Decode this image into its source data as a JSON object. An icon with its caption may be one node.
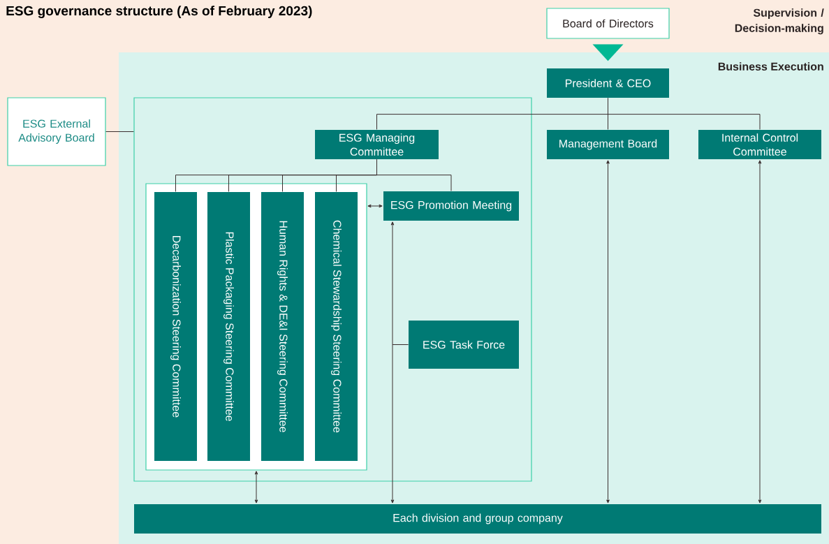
{
  "diagram": {
    "title": "ESG governance structure (As of February 2023)",
    "nodes": [
      {
        "text": [
          "Board of Directors"
        ]
      },
      {
        "text": [
          "Business Execution"
        ]
      },
      {
        "text": [
          "President & CEO"
        ],
        "in": 1
      },
      {
        "text": [
          "ESG External Advisory Board"
        ]
      },
      {
        "text": [],
        "shape": "box",
        "in": 1
      },
      {
        "text": [
          "ESG Managing Committee"
        ],
        "in": 4
      },
      {
        "text": [
          "Management Board"
        ],
        "in": 1
      },
      {
        "text": [
          "Internal Control Committee"
        ],
        "in": 1
      },
      {
        "text": [],
        "shape": "box",
        "in": 4
      },
      {
        "text": [
          "Decarbonization Steering Committee"
        ],
        "in": 8
      },
      {
        "text": [
          "Plastic Packaging Steering Committee"
        ],
        "in": 8
      },
      {
        "text": [
          "Human Rights & DE&I Steering Committee"
        ],
        "in": 8
      },
      {
        "text": [
          "Chemical Stewardship Steering Committee"
        ],
        "in": 8
      },
      {
        "text": [
          "ESG Promotion Meeting"
        ],
        "in": 4
      },
      {
        "text": [
          "ESG Task Force"
        ],
        "in": 4
      },
      {
        "text": [
          "Each division and group company"
        ],
        "in": 1
      }
    ],
    "edges": [
      {
        "from": 0,
        "to": 2,
        "arrow": "to",
        "color": "#00b894"
      },
      {
        "from": 2,
        "to": 5,
        "arrow": "none"
      },
      {
        "from": 2,
        "to": 6,
        "arrow": "none"
      },
      {
        "from": 2,
        "to": 7,
        "arrow": "none"
      },
      {
        "from": 3,
        "to": 4,
        "arrow": "none"
      },
      {
        "from": 5,
        "to": 9,
        "arrow": "none"
      },
      {
        "from": 5,
        "to": 10,
        "arrow": "none"
      },
      {
        "from": 5,
        "to": 11,
        "arrow": "none"
      },
      {
        "from": 5,
        "to": 12,
        "arrow": "none"
      },
      {
        "from": 5,
        "to": 13,
        "arrow": "none"
      },
      {
        "from": 8,
        "to": 13,
        "arrow": "both"
      },
      {
        "from": 14,
        "to": 13,
        "arrow": "to"
      },
      {
        "from": 14,
        "to": 15,
        "arrow": "to"
      },
      {
        "from": 8,
        "to": 15,
        "arrow": "both"
      },
      {
        "from": 6,
        "to": 15,
        "arrow": "both"
      },
      {
        "from": 7,
        "to": 15,
        "arrow": "both"
      }
    ],
    "labels": [
      "Supervision / Decision-making"
    ]
  }
}
